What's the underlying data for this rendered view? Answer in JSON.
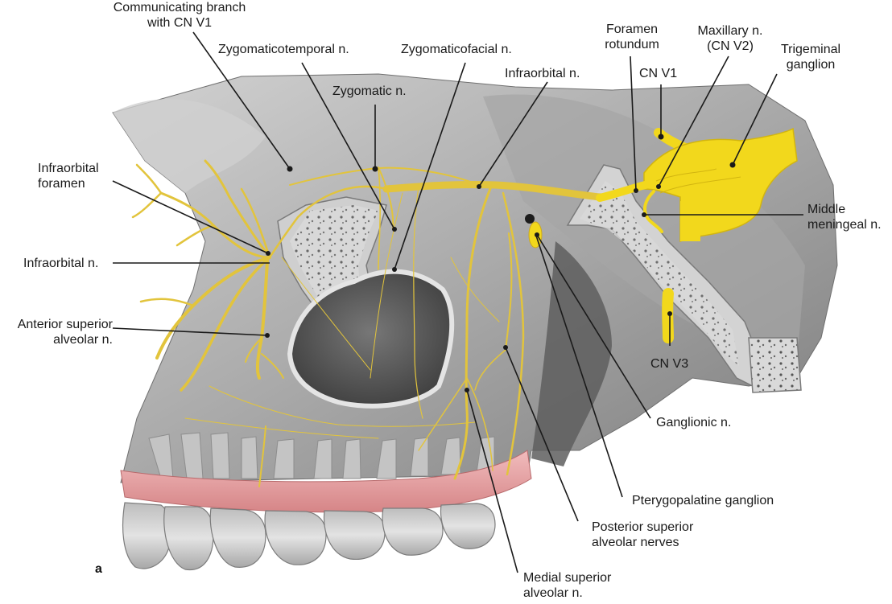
{
  "panel_letter": "a",
  "labels": {
    "communicating_branch": [
      "Communicating branch",
      "with CN V1"
    ],
    "zygomaticotemporal": [
      "Zygomaticotemporal n."
    ],
    "zygomaticofacial": [
      "Zygomaticofacial n."
    ],
    "zygomatic": [
      "Zygomatic n."
    ],
    "infraorbital_top": [
      "Infraorbital n."
    ],
    "foramen_rotundum": [
      "Foramen",
      "rotundum"
    ],
    "maxillary": [
      "Maxillary n.",
      "(CN V2)"
    ],
    "trigeminal": [
      "Trigeminal",
      "ganglion"
    ],
    "cn_v1": [
      "CN V1"
    ],
    "infraorbital_foramen": [
      "Infraorbital",
      "foramen"
    ],
    "infraorbital_left": [
      "Infraorbital n."
    ],
    "middle_meningeal": [
      "Middle",
      "meningeal n."
    ],
    "anterior_superior": [
      "Anterior superior",
      "alveolar n."
    ],
    "cn_v3": [
      "CN V3"
    ],
    "ganglionic": [
      "Ganglionic n."
    ],
    "pterygopalatine": [
      "Pterygopalatine ganglion"
    ],
    "posterior_superior": [
      "Posterior superior",
      "alveolar nerves"
    ],
    "medial_superior": [
      "Medial superior",
      "alveolar n."
    ]
  },
  "colors": {
    "nerve": "#e8c93a",
    "nerve_dark": "#c9a820",
    "ganglion": "#f2d81c",
    "bone": "#b9b9b9",
    "bone_dark": "#8a8a8a",
    "bone_light": "#d6d6d6",
    "gum": "#e8a4a6",
    "tooth": "#d9d9d9"
  }
}
